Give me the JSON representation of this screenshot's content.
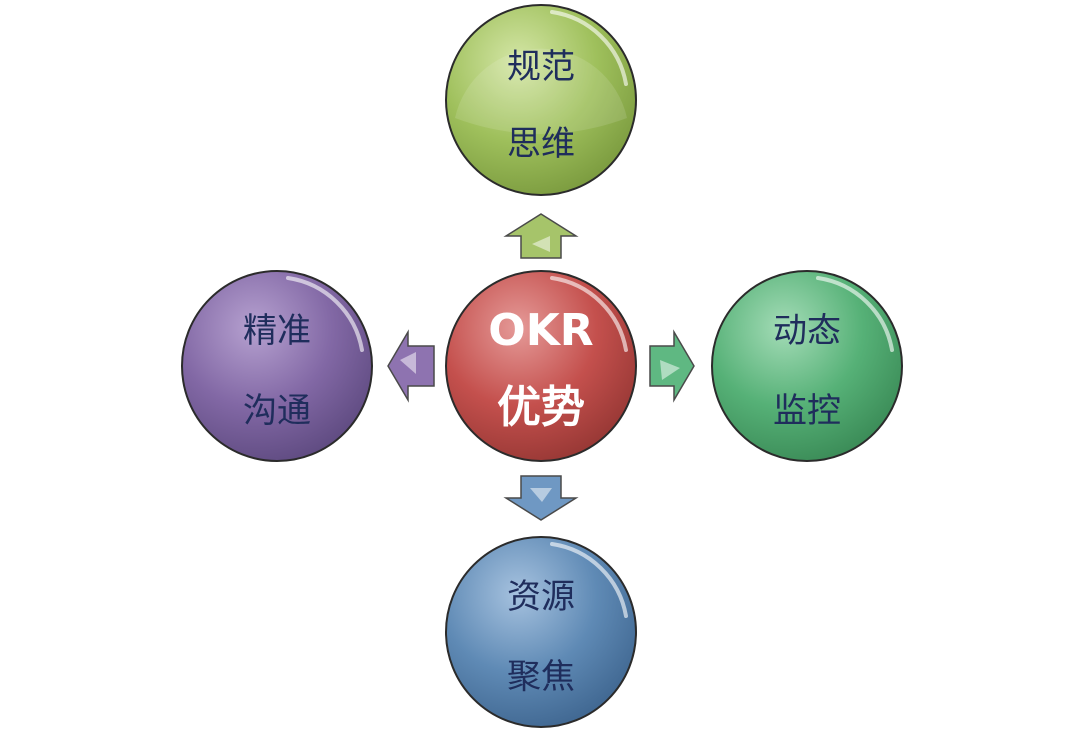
{
  "center": {
    "line1": "OKR",
    "line2": "优势",
    "color": "#c0504d"
  },
  "nodes": {
    "top": {
      "line1": "规范",
      "line2": "思维",
      "color": "#9bbb59"
    },
    "left": {
      "line1": "精准",
      "line2": "沟通",
      "color": "#8064a2"
    },
    "right": {
      "line1": "动态",
      "line2": "监控",
      "color": "#4bad6e"
    },
    "bottom": {
      "line1": "资源",
      "line2": "聚焦",
      "color": "#4f81bd"
    }
  }
}
